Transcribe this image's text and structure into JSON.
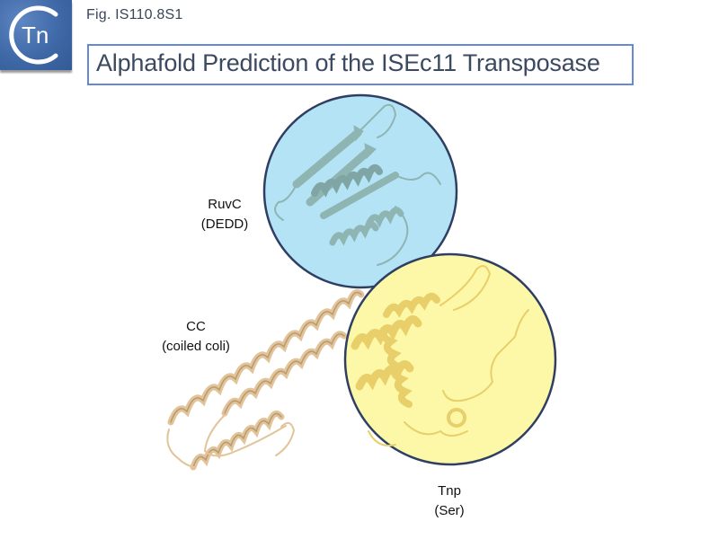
{
  "header": {
    "logo_text": "Tn",
    "logo_icon": "tn-c-logo",
    "figure_id": "Fig. IS110.8S1",
    "title": "Alphafold Prediction of the ISEc11 Transposase"
  },
  "colors": {
    "logo_blue": "#3e68a6",
    "title_border": "#6788d6",
    "title_text": "#3b4a60",
    "ruvc_fill": "#b3e3f4",
    "tnp_fill": "#fdf8a8",
    "circle_border": "#2e3f63",
    "ruvc_ribbon": "#8fb5b3",
    "tnp_ribbon": "#e8cf6a",
    "cc_ribbon": "#e2c49a"
  },
  "domains": [
    {
      "name": "RuvC",
      "detail": "(DEDD)",
      "highlight": "blue-circle"
    },
    {
      "name": "CC",
      "detail": "(coiled coli)",
      "highlight": "none"
    },
    {
      "name": "Tnp",
      "detail": "(Ser)",
      "highlight": "yellow-circle"
    }
  ]
}
